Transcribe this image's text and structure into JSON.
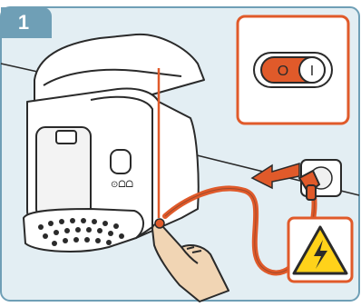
{
  "step": {
    "number": "1"
  },
  "colors": {
    "background": "#e3eef3",
    "accent": "#6f9fb6",
    "callout": "#e05a2a",
    "warning_yellow": "#ffd21a",
    "outline": "#2a2a2a"
  },
  "icons": {
    "switch": "power-switch-icon",
    "warning": "electric-hazard-icon",
    "arrow": "unplug-arrow-icon",
    "hand": "pressing-hand-icon"
  },
  "switch": {
    "state_label": "O",
    "on_label": "I"
  },
  "device": {
    "brand_text": "⊙ᗝᗝ"
  }
}
